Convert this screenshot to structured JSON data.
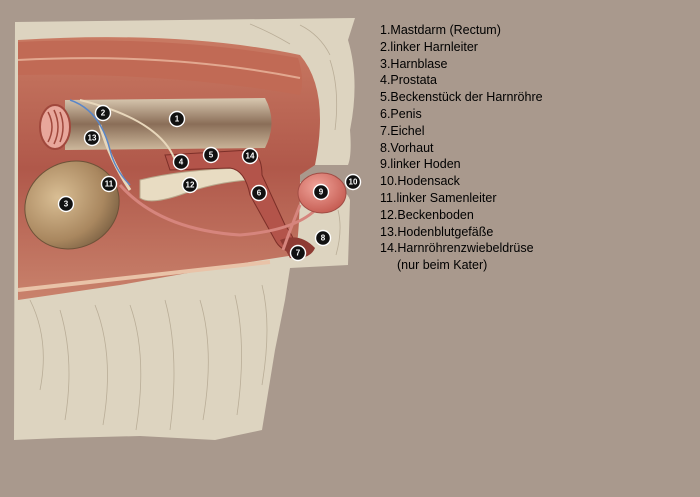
{
  "legend": [
    "1.Mastdarm (Rectum)",
    "2.linker Harnleiter",
    "3.Harnblase",
    "4.Prostata",
    "5.Beckenstück der Harnröhre",
    "6.Penis",
    "7.Eichel",
    "8.Vorhaut",
    "9.linker Hoden",
    "10.Hodensack",
    "11.linker Samenleiter",
    "12.Beckenboden",
    "13.Hodenblutgefäße",
    "14.Harnröhrenzwiebeldrüse",
    "(nur beim Kater)"
  ],
  "markers": [
    "1",
    "2",
    "3",
    "4",
    "5",
    "6",
    "7",
    "8",
    "9",
    "10",
    "11",
    "12",
    "13",
    "14"
  ],
  "colors": {
    "background": "#a9998d",
    "fur": "#ddd4c0",
    "muscle": "#b86350",
    "bladder": "#b9956a",
    "testis": "#d77268",
    "text": "#000000"
  }
}
